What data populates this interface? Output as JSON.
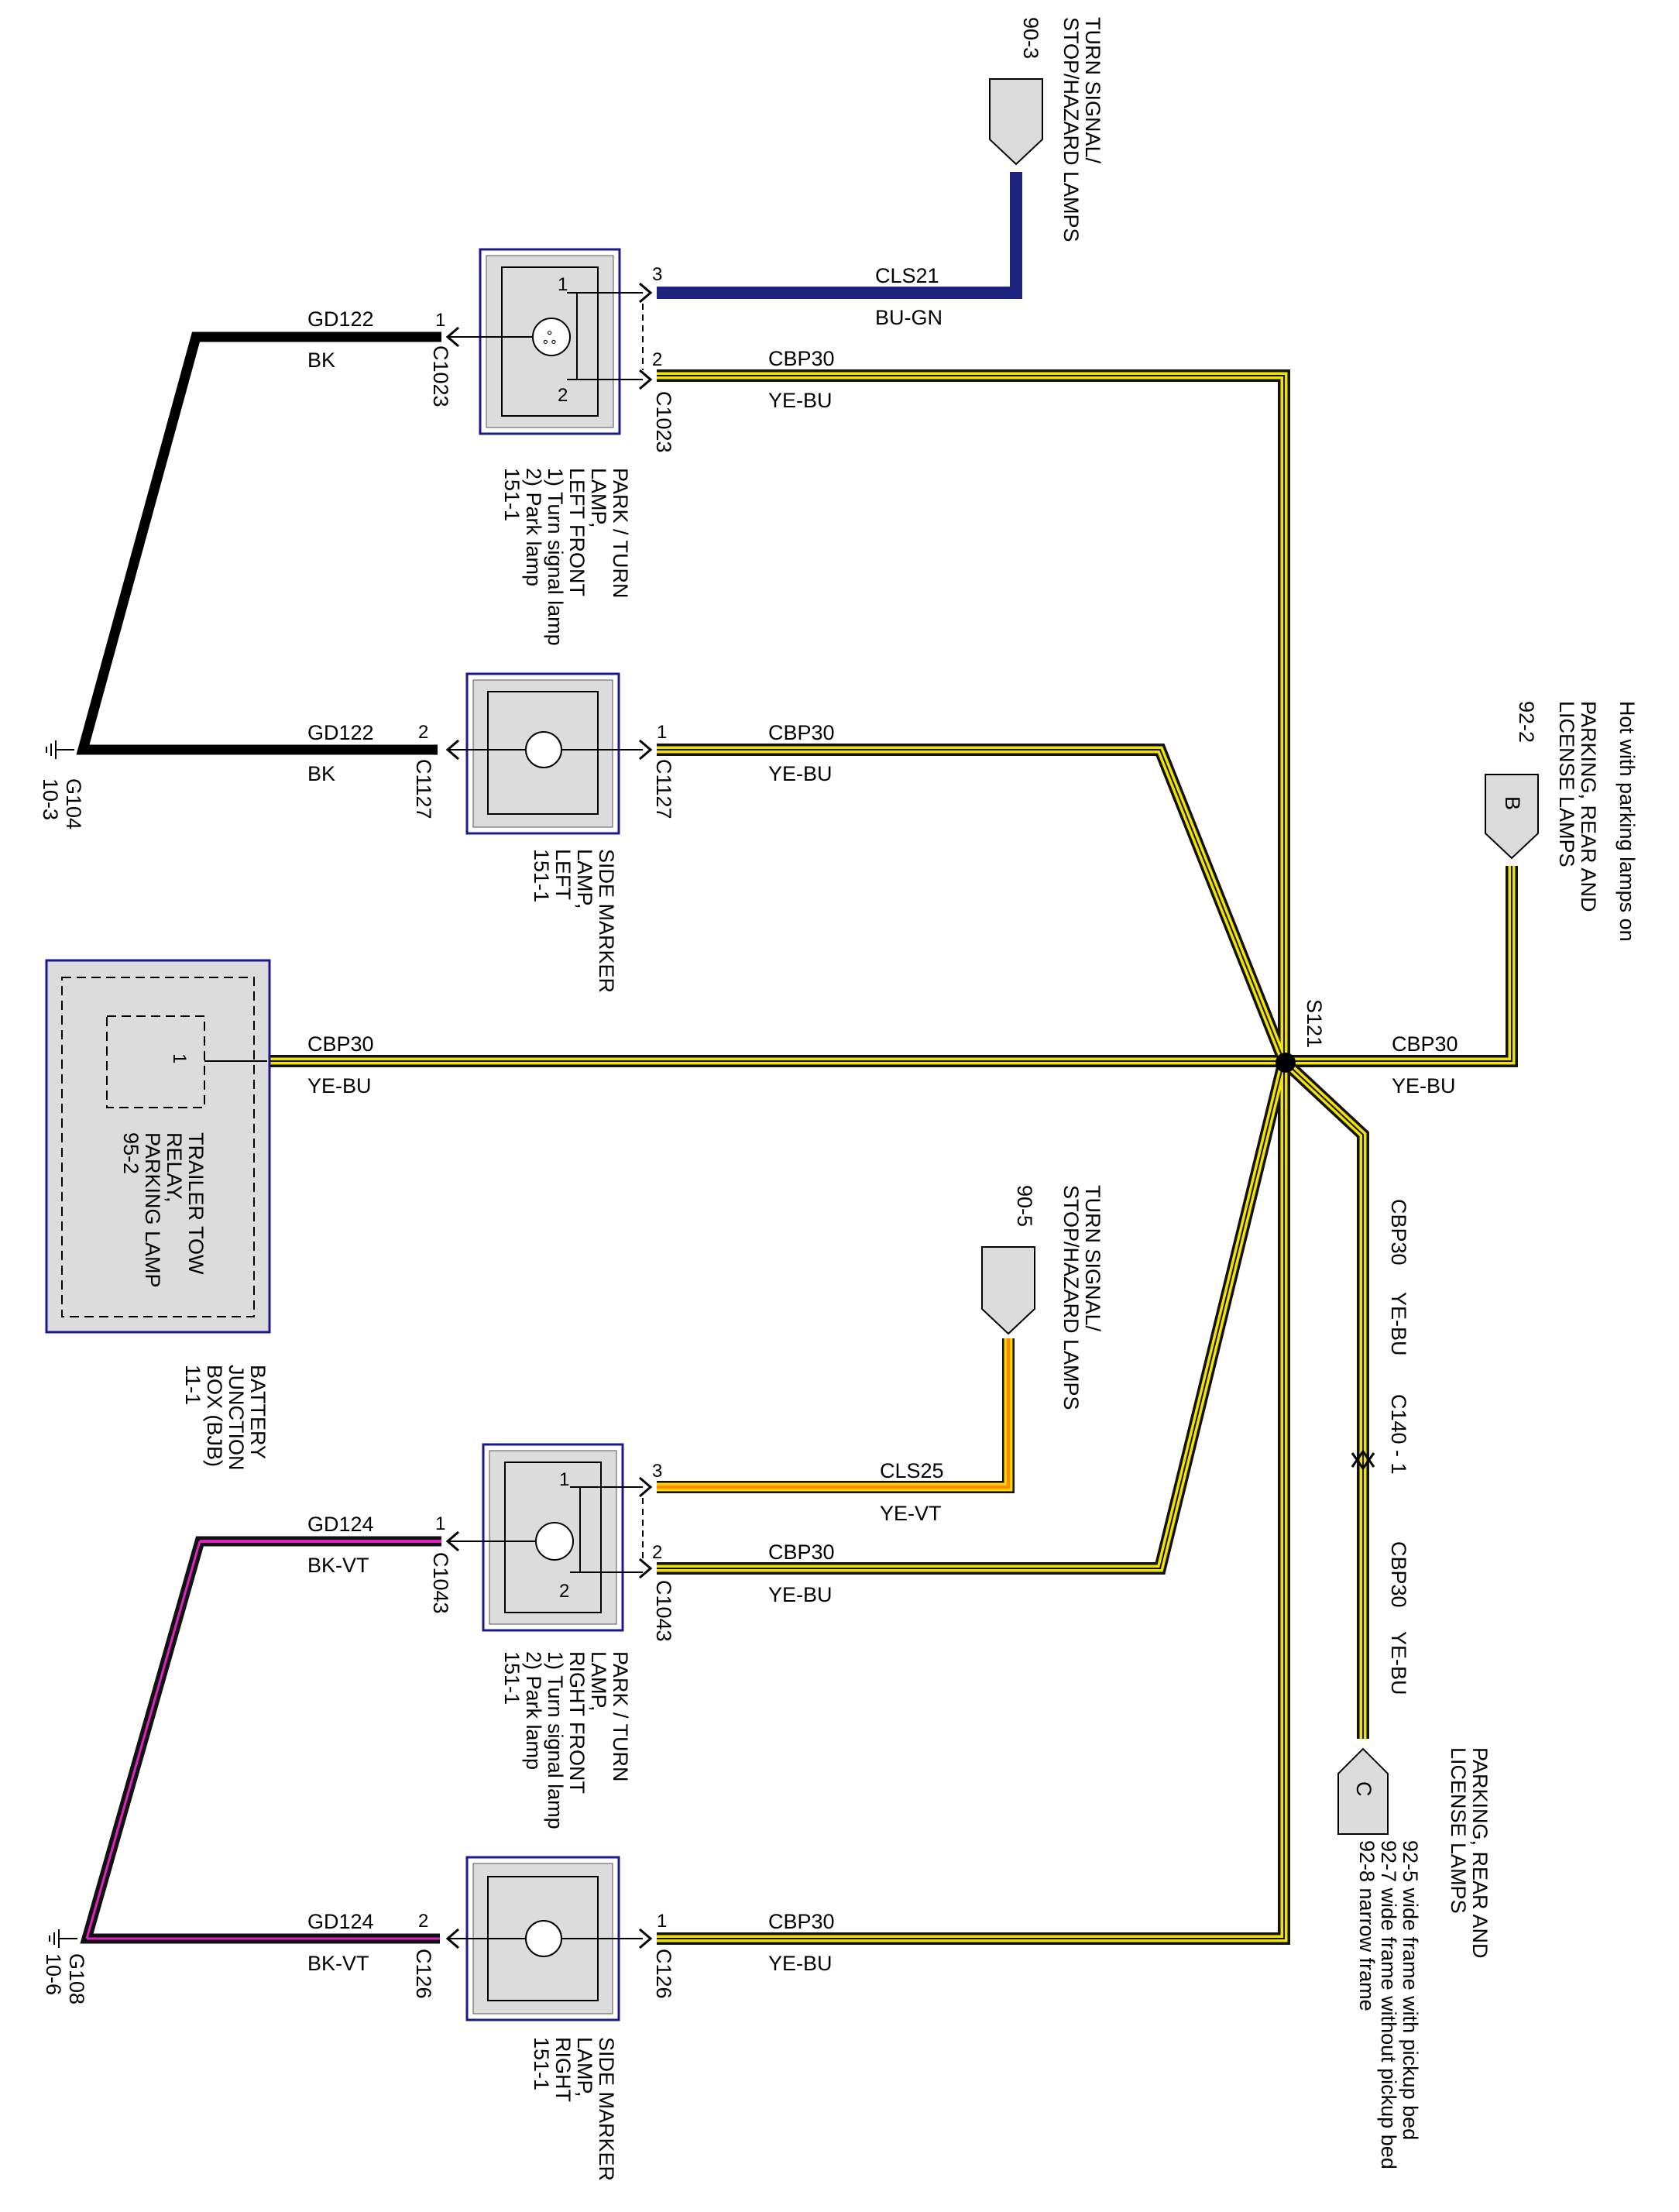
{
  "colors": {
    "ground_black": "#000000",
    "yellow": "#f2e200",
    "blue": "#1a237e",
    "orange": "#ff8a00",
    "violet": "#e020c0",
    "component_fill": "#dcdcdc",
    "component_border": "#1a1a8c"
  },
  "wires": {
    "gd122": "GD122",
    "bk": "BK",
    "gd124": "GD124",
    "bkvt": "BK-VT",
    "cls21": "CLS21",
    "bugn": "BU-GN",
    "cls25": "CLS25",
    "yevt": "YE-VT",
    "cbp30": "CBP30",
    "yebu": "YE-BU"
  },
  "pins": {
    "p1": "1",
    "p2": "2",
    "p3": "3"
  },
  "connectors": {
    "c1023": "C1023",
    "c1127": "C1127",
    "c1043": "C1043",
    "c126": "C126",
    "c140": "C140 - 1"
  },
  "splice": "S121",
  "grounds": {
    "g104": {
      "name": "G104",
      "ref": "10-3"
    },
    "g108": {
      "name": "G108",
      "ref": "10-6"
    }
  },
  "off_page": {
    "turn_top": {
      "lines": [
        "TURN SIGNAL/",
        "STOP/HAZARD LAMPS"
      ],
      "ref": "90-3"
    },
    "turn_bottom": {
      "lines": [
        "TURN SIGNAL/",
        "STOP/HAZARD LAMPS"
      ],
      "ref": "90-5"
    },
    "parking_b": {
      "letter": "B",
      "note": "Hot with parking lamps on",
      "lines": [
        "PARKING, REAR AND",
        "LICENSE LAMPS"
      ],
      "ref": "92-2"
    },
    "parking_c": {
      "letter": "C",
      "lines": [
        "PARKING, REAR AND",
        "LICENSE LAMPS"
      ],
      "refs": [
        "92-5  wide frame with pickup bed",
        "92-7  wide frame without pickup bed",
        "92-8  narrow frame"
      ]
    }
  },
  "components": {
    "park_turn_lf": [
      "PARK / TURN",
      "LAMP,",
      "LEFT FRONT",
      "1) Turn signal lamp",
      "2) Park lamp",
      "151-1"
    ],
    "side_marker_l": [
      "SIDE MARKER",
      "LAMP,",
      "LEFT",
      "151-1"
    ],
    "trailer_relay": [
      "TRAILER TOW",
      "RELAY,",
      "PARKING LAMP",
      "95-2"
    ],
    "bjb": [
      "BATTERY",
      "JUNCTION",
      "BOX (BJB)",
      "11-1"
    ],
    "park_turn_rf": [
      "PARK / TURN",
      "LAMP,",
      "RIGHT FRONT",
      "1) Turn signal lamp",
      "2) Park lamp",
      "151-1"
    ],
    "side_marker_r": [
      "SIDE MARKER",
      "LAMP,",
      "RIGHT",
      "151-1"
    ]
  }
}
